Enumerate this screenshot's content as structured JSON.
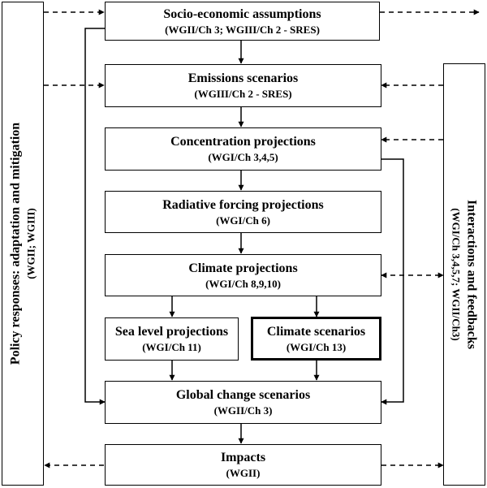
{
  "left_panel": {
    "title": "Policy responses: adaptation and mitigation",
    "subtitle": "(WGII; WGIII)"
  },
  "right_panel": {
    "title": "Interactions and feedbacks",
    "subtitle": "(WGI/Ch 3,4,5,7; WGII/Ch3)"
  },
  "boxes": {
    "socio": {
      "title": "Socio-economic assumptions",
      "subtitle": "(WGII/Ch 3; WGIII/Ch 2 - SRES)"
    },
    "emissions": {
      "title": "Emissions scenarios",
      "subtitle": "(WGIII/Ch 2 - SRES)"
    },
    "concentration": {
      "title": "Concentration projections",
      "subtitle": "(WGI/Ch 3,4,5)"
    },
    "radiative": {
      "title": "Radiative forcing projections",
      "subtitle": "(WGI/Ch 6)"
    },
    "climate_proj": {
      "title": "Climate projections",
      "subtitle": "(WGI/Ch 8,9,10)"
    },
    "sea_level": {
      "title": "Sea level projections",
      "subtitle": "(WGI/Ch 11)"
    },
    "climate_scen": {
      "title": "Climate scenarios",
      "subtitle": "(WGI/Ch 13)"
    },
    "global_change": {
      "title": "Global change scenarios",
      "subtitle": "(WGII/Ch 3)"
    },
    "impacts": {
      "title": "Impacts",
      "subtitle": "(WGII)"
    }
  }
}
